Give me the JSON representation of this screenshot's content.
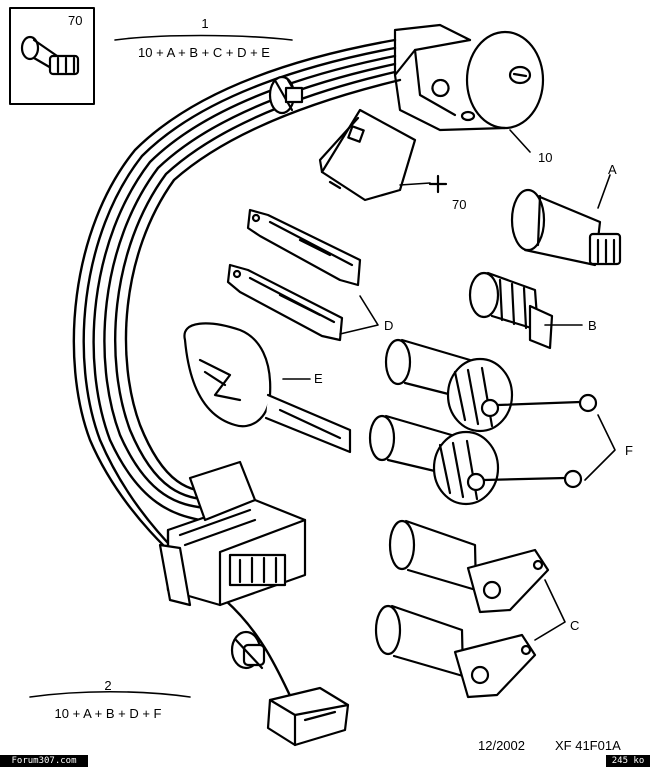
{
  "inset": {
    "number": "70"
  },
  "formula_top": {
    "number": "1",
    "text": "10 + A + B + C + D + E"
  },
  "formula_bottom": {
    "number": "2",
    "text": "10 + A + B + D + F"
  },
  "callouts": {
    "ignition": "10",
    "bolt": "70",
    "a": "A",
    "b": "B",
    "c": "C",
    "d": "D",
    "e": "E",
    "f": "F"
  },
  "footer": {
    "date": "12/2002",
    "ref": "XF  41F01A"
  },
  "watermark": {
    "site": "Forum307.com",
    "size": "245 ko"
  }
}
